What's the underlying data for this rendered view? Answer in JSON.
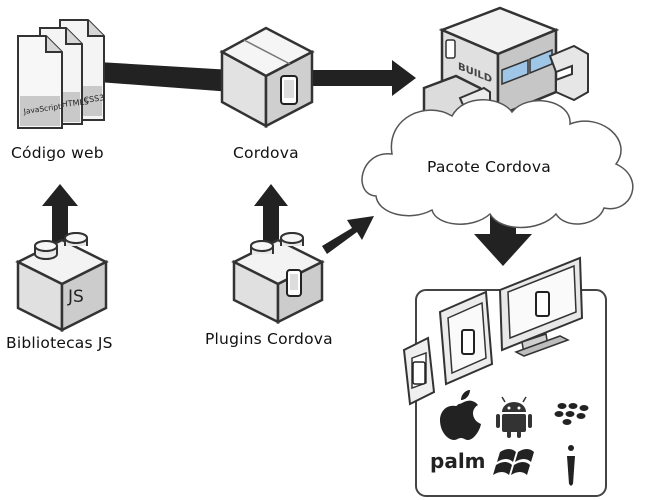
{
  "labels": {
    "web_code": "Código web",
    "cordova": "Cordova",
    "package": "Pacote Cordova",
    "js_libs": "Bibliotecas JS",
    "plugins": "Plugins Cordova"
  },
  "files": {
    "front": "JavaScript",
    "middle": "HTML5",
    "back": "CSS3"
  },
  "build_text": "BUILD",
  "js_text": "JS",
  "platforms": {
    "palm": "palm"
  },
  "colors": {
    "box_light": "#f2f2f2",
    "box_mid": "#d9d9d9",
    "box_dark": "#bdbdbd",
    "outline": "#3a3a3a",
    "arrow": "#222222",
    "glass": "#9fc6e6"
  }
}
